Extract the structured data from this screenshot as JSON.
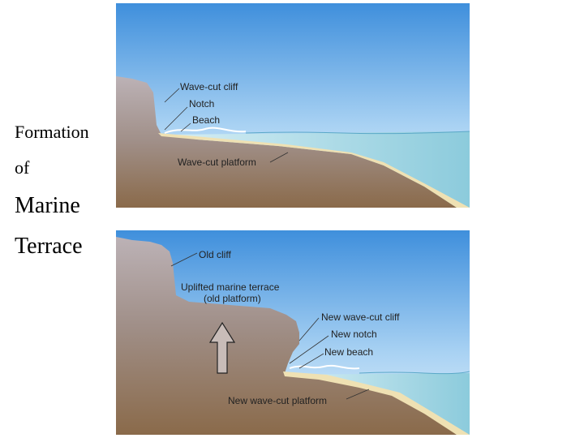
{
  "title": {
    "line1": "Formation",
    "line2": "of",
    "line3": "Marine",
    "line4": "Terrace"
  },
  "top_panel": {
    "labels": {
      "wave_cut_cliff": "Wave-cut cliff",
      "notch": "Notch",
      "beach": "Beach",
      "wave_cut_platform": "Wave-cut platform"
    }
  },
  "bottom_panel": {
    "labels": {
      "old_cliff": "Old cliff",
      "uplifted_terrace_line1": "Uplifted marine terrace",
      "uplifted_terrace_line2": "(old platform)",
      "new_wave_cut_cliff": "New wave-cut cliff",
      "new_notch": "New notch",
      "new_beach": "New beach",
      "new_wave_cut_platform": "New wave-cut platform"
    },
    "arrow": "uplift-arrow"
  },
  "colors": {
    "sky_top": "#3f8fdc",
    "sky_bottom": "#e4f1fb",
    "rock_top": "#bcb2b6",
    "rock_bottom": "#8a6a4a",
    "sand": "#efe1b3",
    "sea": "#9fd3e1"
  }
}
